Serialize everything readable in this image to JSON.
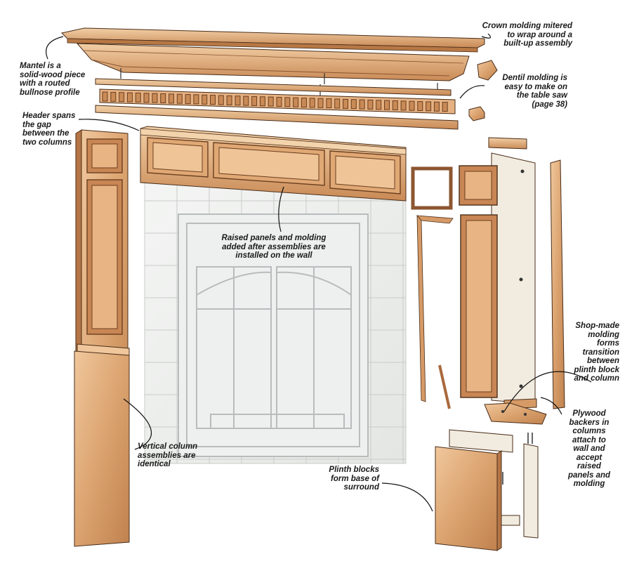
{
  "callouts": {
    "crown_molding": "Crown molding mitered\nto wrap around a\nbuilt-up assembly",
    "mantel": "Mantel is a\nsolid-wood piece\nwith a routed\nbullnose profile",
    "dentil_molding": "Dentil molding is\neasy to make on\nthe table saw\n(page 38)",
    "header": "Header spans\nthe gap\nbetween the\ntwo columns",
    "raised_panels": "Raised panels and molding\nadded after assemblies are\ninstalled on the wall",
    "shop_made_molding": "Shop-made\nmolding\nforms\ntransition\nbetween\nplinth block\nand column",
    "vertical_columns": "Vertical column\nassemblies are\nidentical",
    "plinth_blocks": "Plinth blocks\nform base of\nsurround",
    "plywood_backers": "Plywood\nbackers in\ncolumns\nattach to\nwall and\naccept\nraised\npanels and\nmolding"
  },
  "colors": {
    "wood_light": "#e9b98c",
    "wood_mid": "#d69a66",
    "wood_dark": "#a96a3c",
    "outline": "#4a2e1a",
    "tile": "#eef0ee",
    "tile_line": "#c9ccc9",
    "plywood": "#f2ece0",
    "leader": "#111111"
  }
}
